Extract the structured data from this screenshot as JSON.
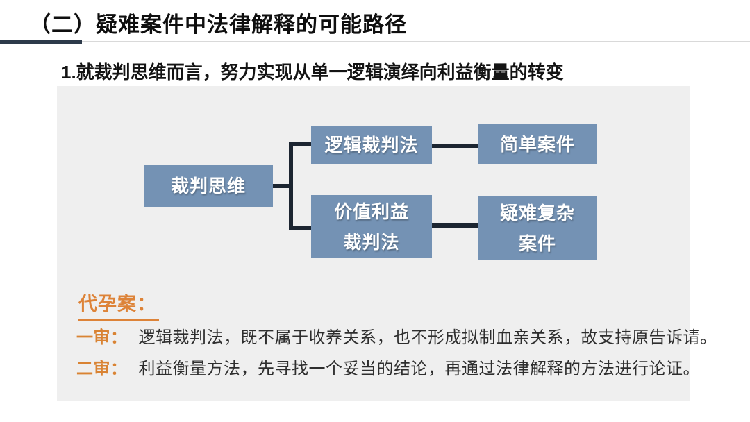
{
  "header": {
    "title": "（二）疑难案件中法律解释的可能路径",
    "subtitle": "1.就裁判思维而言，努力实现从单一逻辑演绎向利益衡量的转变"
  },
  "diagram": {
    "root": "裁判思维",
    "branch_top": "逻辑裁判法",
    "branch_top_result": "简单案件",
    "branch_bottom": "价值利益\n裁判法",
    "branch_bottom_result": "疑难复杂\n案件"
  },
  "case_study": {
    "heading": "代孕案：",
    "lines": [
      {
        "label": "一审：",
        "text": "逻辑裁判法，既不属于收养关系，也不形成拟制血亲关系，故支持原告诉请。"
      },
      {
        "label": "二审：",
        "text": "利益衡量方法，先寻找一个妥当的结论，再通过法律解释的方法进行论证。"
      }
    ]
  },
  "colors": {
    "box_blue": "#7492b4",
    "connector_dark": "#1c2531",
    "accent_orange": "#dd8338",
    "panel_gray": "#efefef",
    "title_bar_dark": "#2d3a4a"
  }
}
